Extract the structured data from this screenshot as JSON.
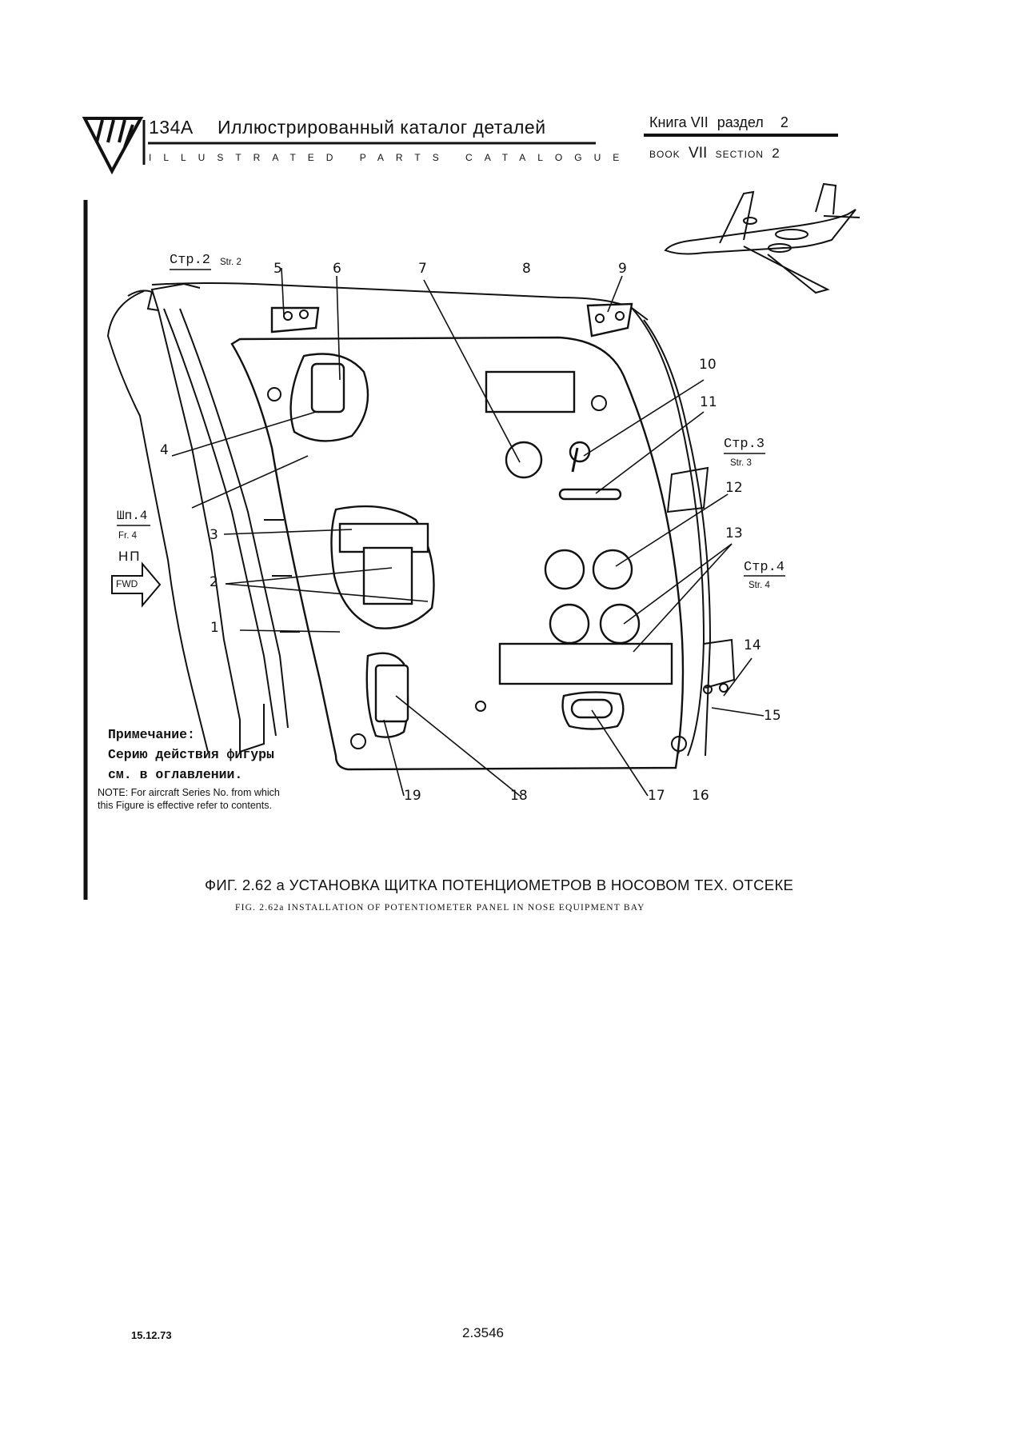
{
  "header": {
    "model": "134A",
    "title_ru": "Иллюстрированный  каталог деталей",
    "title_en": "ILLUSTRATED PARTS CATALOGUE",
    "book_ru_word": "Книга",
    "book_ru_num": "VII",
    "section_ru_word": "раздел",
    "section_ru_num": "2",
    "book_en_word": "BOOK",
    "book_en_num": "VII",
    "section_en_word": "SECTION",
    "section_en_num": "2"
  },
  "figure": {
    "refs": {
      "str2_ru": "Стр.2",
      "str2_en": "Str. 2",
      "str3_ru": "Стр.3",
      "str3_en": "Str. 3",
      "str4_ru": "Стр.4",
      "str4_en": "Str. 4",
      "fr4_ru": "Шп.4",
      "fr4_en": "Fr. 4",
      "np_ru": "НП",
      "fwd": "FWD"
    },
    "callouts": [
      "1",
      "2",
      "3",
      "4",
      "5",
      "6",
      "7",
      "8",
      "9",
      "10",
      "11",
      "12",
      "13",
      "14",
      "15",
      "16",
      "17",
      "18",
      "19"
    ]
  },
  "note": {
    "ru_line1": "Примечание:",
    "ru_line2": "Серию действия фигуры",
    "ru_line3": "см. в оглавлении.",
    "en_line1": "NOTE: For aircraft Series No. from which",
    "en_line2": "this Figure is effective refer to contents."
  },
  "caption": {
    "ru": "ФИГ. 2.62 а УСТАНОВКА ЩИТКА ПОТЕНЦИОМЕТРОВ В НОСОВОМ ТЕХ. ОТСЕКЕ",
    "en": "FIG. 2.62a INSTALLATION OF POTENTIOMETER PANEL IN NOSE EQUIPMENT BAY"
  },
  "footer": {
    "date": "15.12.73",
    "page": "2.3546"
  }
}
